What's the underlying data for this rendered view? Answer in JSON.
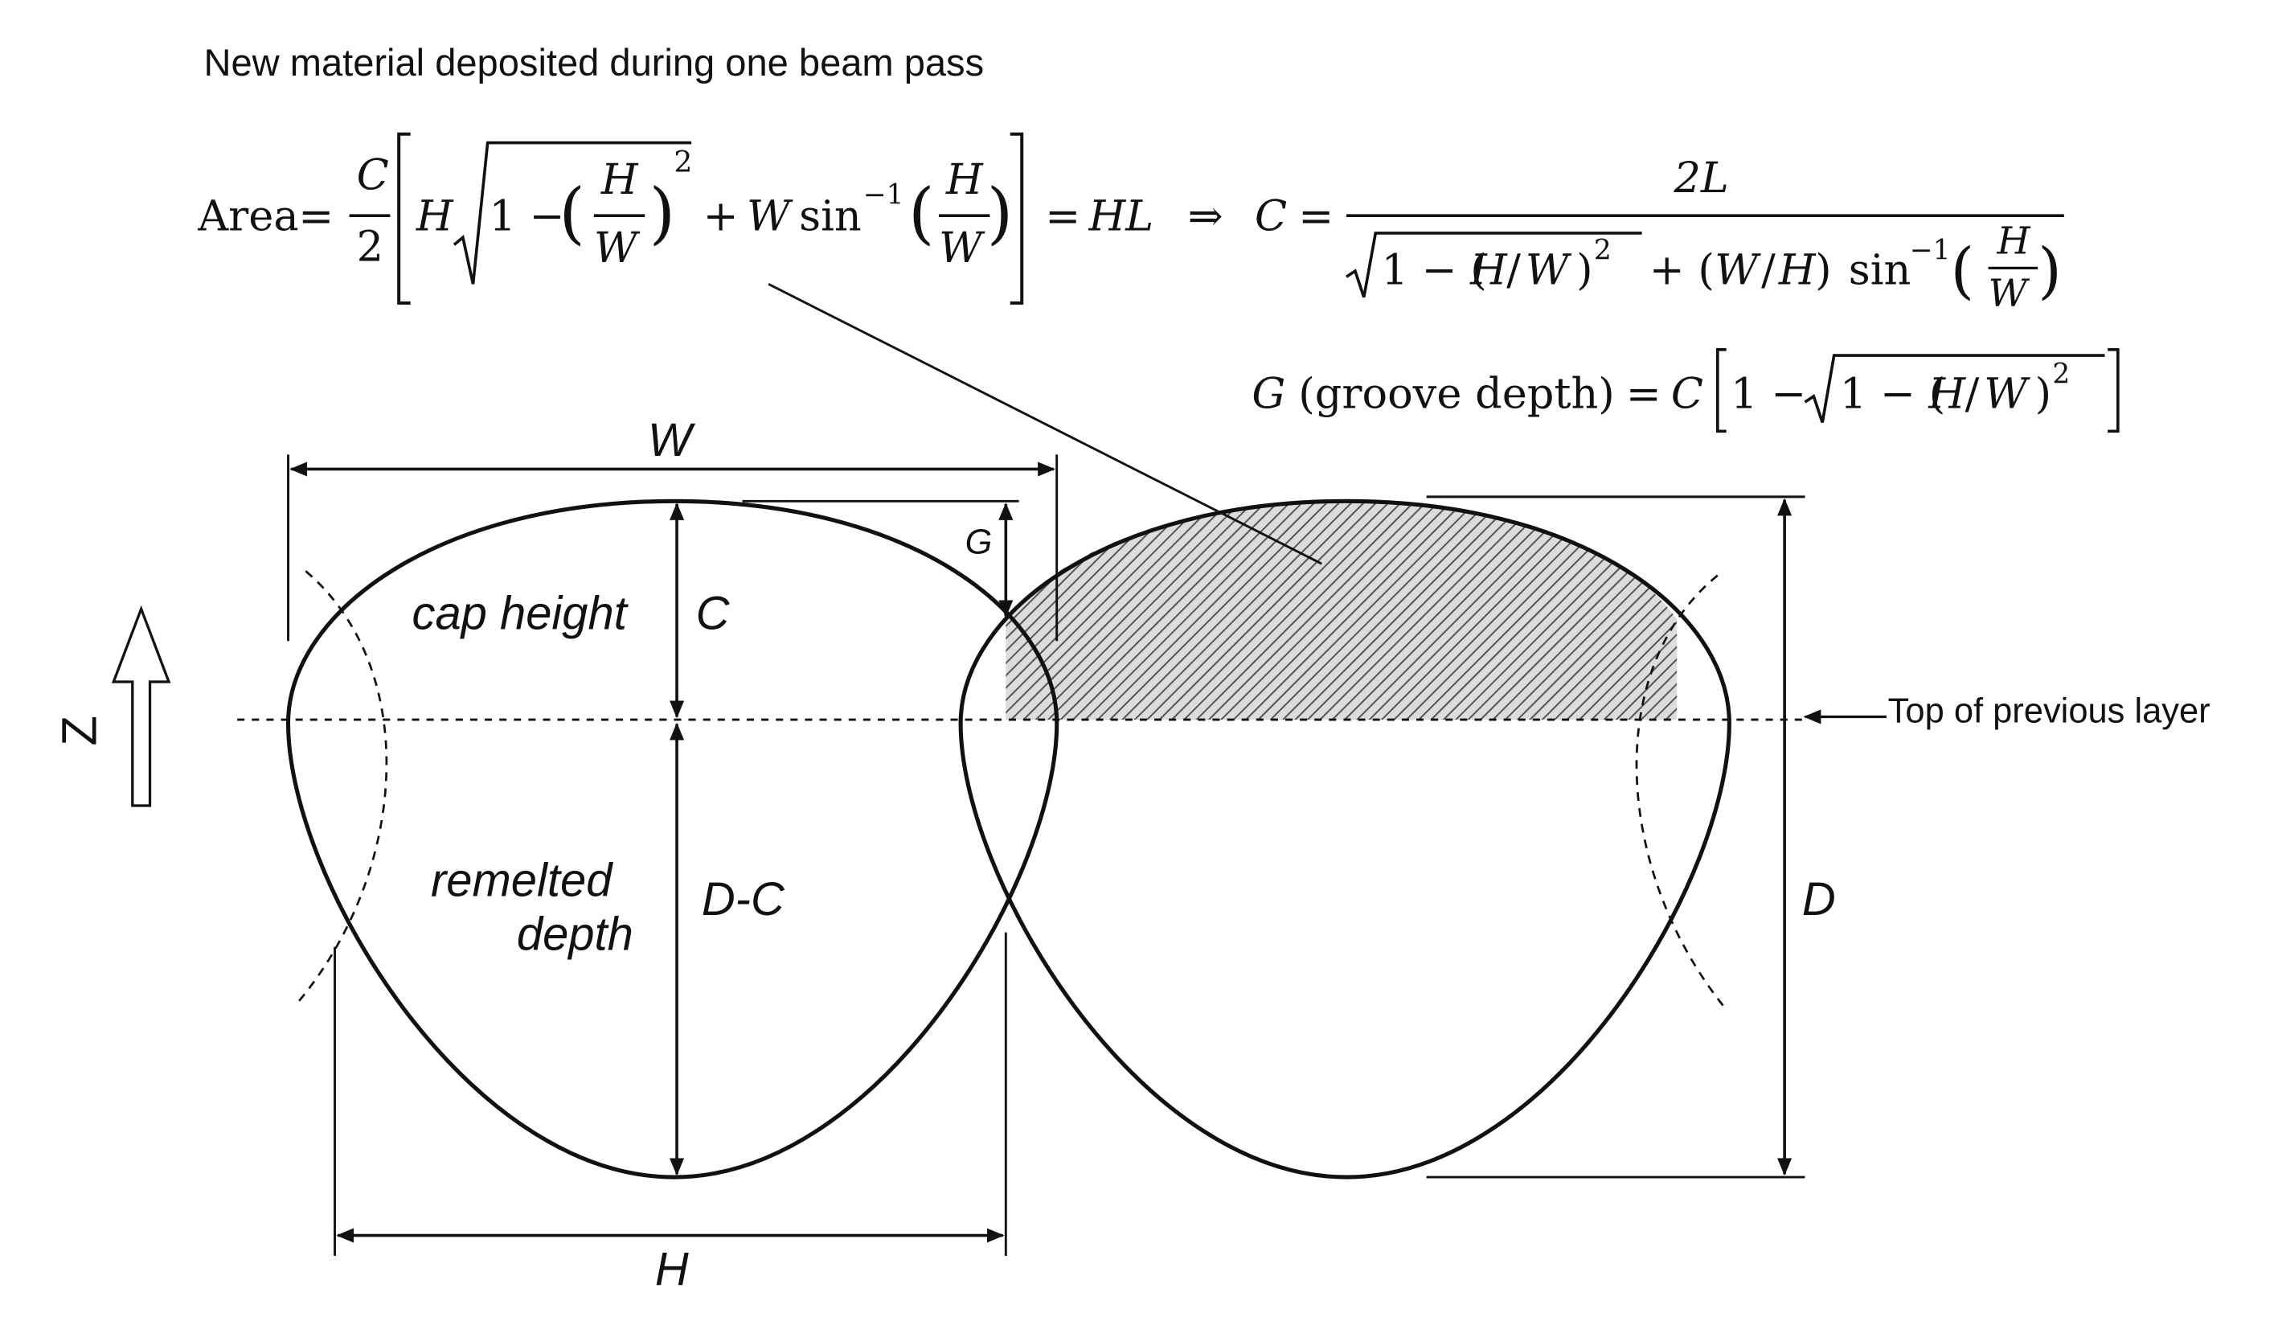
{
  "diagram": {
    "caption": "New material deposited during one beam pass",
    "equations": {
      "area_label": "Area",
      "area_rhs": "HL",
      "c_numerator": "2L",
      "groove_prefix": "G",
      "groove_label": "(groove depth)",
      "groove_rhs_var": "C"
    },
    "labels": {
      "width": "W",
      "hatch_spacing": "H",
      "depth": "D",
      "cap": "C",
      "groove": "G",
      "remelted_diff": "D-C",
      "cap_height_text": "cap height",
      "remelted_line1": "remelted",
      "remelted_line2": "depth",
      "z_axis": "Z",
      "previous_layer": "Top of previous layer"
    },
    "style": {
      "stroke": "#111111",
      "hatch": "#555555",
      "background": "#ffffff"
    }
  }
}
